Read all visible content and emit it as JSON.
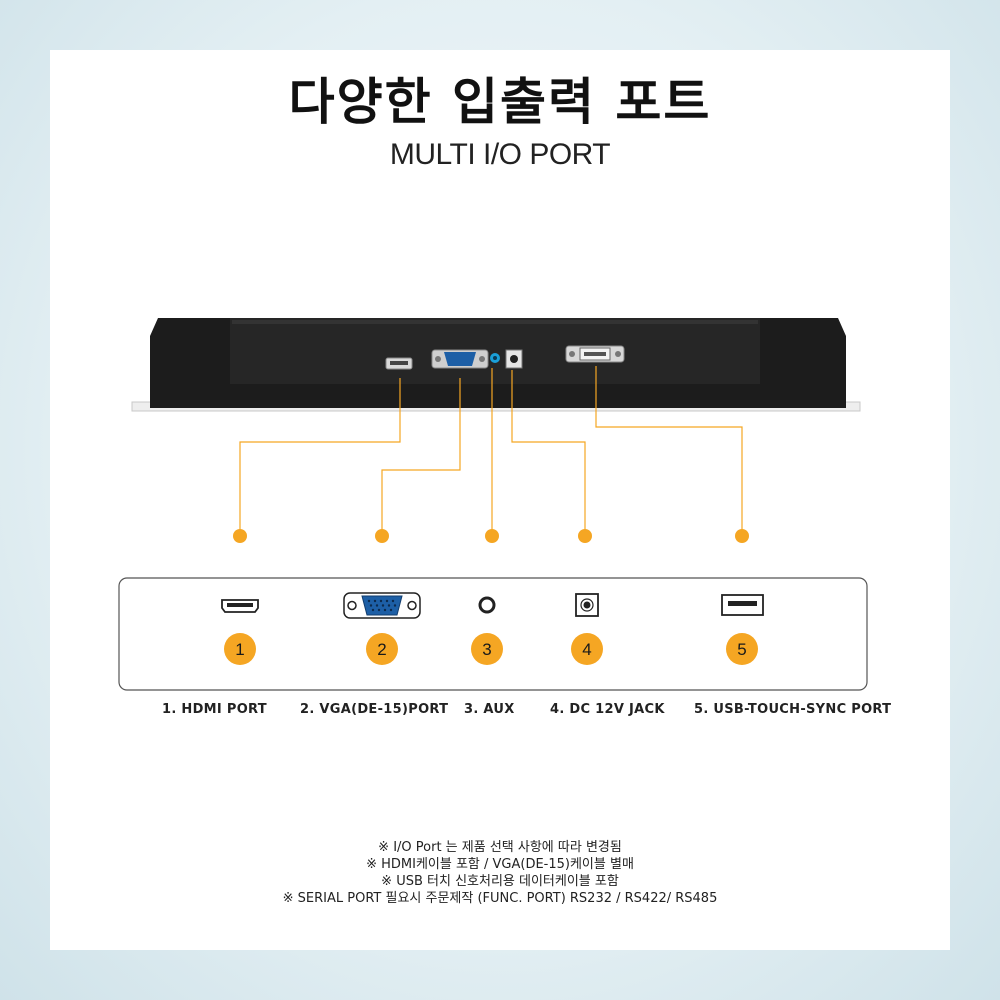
{
  "header": {
    "title": "다양한 입출력 포트",
    "subtitle": "MULTI I/O PORT"
  },
  "colors": {
    "accent": "#f5a623",
    "panel_black": "#1c1c1c",
    "vga_blue": "#1d5fa6",
    "aux_blue": "#1a9fd8"
  },
  "ports": [
    {
      "number": "1",
      "label": "1. HDMI PORT",
      "icon": "hdmi-port-icon"
    },
    {
      "number": "2",
      "label": "2. VGA(DE-15)PORT",
      "icon": "vga-port-icon"
    },
    {
      "number": "3",
      "label": "3. AUX",
      "icon": "aux-port-icon"
    },
    {
      "number": "4",
      "label": "4. DC 12V JACK",
      "icon": "dc-jack-icon"
    },
    {
      "number": "5",
      "label": "5. USB-TOUCH-SYNC PORT",
      "icon": "usb-port-icon"
    }
  ],
  "notes": [
    "※ I/O Port 는 제품 선택 사항에 따라 변경됨",
    "※ HDMI케이블 포함 / VGA(DE-15)케이블 별매",
    "※ USB 터치 신호처리용 데이터케이블 포함",
    "※ SERIAL PORT 필요시 주문제작 (FUNC. PORT) RS232 / RS422/ RS485"
  ]
}
